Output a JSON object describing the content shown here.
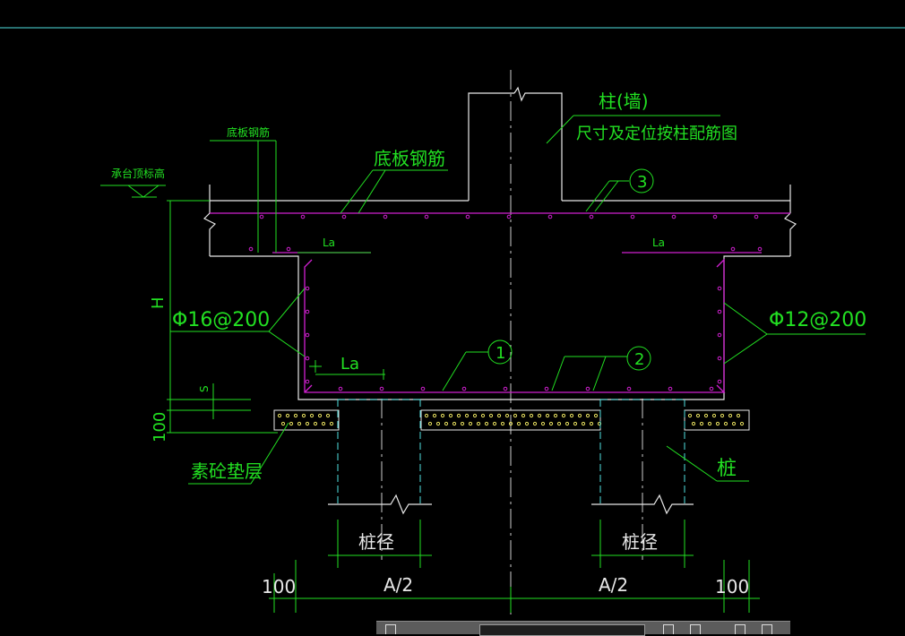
{
  "labels": {
    "slab_rebar_small": "底板钢筋",
    "cap_top_elev": "承台顶标高",
    "slab_rebar": "底板钢筋",
    "column_wall": "柱(墙)",
    "column_note": "尺寸及定位按柱配筋图",
    "la_left_top": "La",
    "la_right_top": "La",
    "la_bottom": "La",
    "side_rebar_left": "Φ16@200",
    "side_rebar_right": "Φ12@200",
    "height_H": "H",
    "cover_S": "S",
    "dim_100_vertical": "100",
    "bedding": "素砼垫层",
    "pile": "桩",
    "pile_dia_left": "桩径",
    "pile_dia_right": "桩径",
    "dim_100_left": "100",
    "dim_A2_left": "A/2",
    "dim_A2_right": "A/2",
    "dim_100_right": "100",
    "bar1": "1",
    "bar2": "2",
    "bar3": "3"
  },
  "colors": {
    "background": "#000000",
    "outline": "#e8e8e8",
    "annotation": "#22e022",
    "rebar": "#d020d0",
    "hidden_line": "#4fe0e0",
    "bedding_fill": "#e8e060"
  },
  "toolbar": {
    "icons": [
      "pan-icon",
      "cursor-icon",
      "undo-icon",
      "save-icon"
    ]
  }
}
